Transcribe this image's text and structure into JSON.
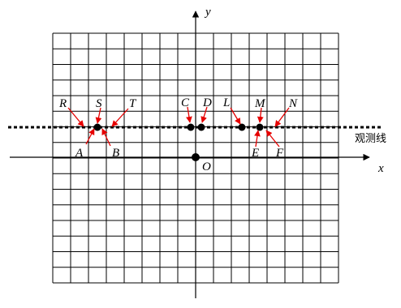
{
  "axes": {
    "x_label": "x",
    "y_label": "y"
  },
  "origin_label": "O",
  "observation_line_label": "观测线",
  "grid": {
    "columns": 16,
    "rows": 16
  },
  "top_labels": [
    "R",
    "S",
    "T",
    "C",
    "D",
    "L",
    "M",
    "N"
  ],
  "bottom_labels": [
    "A",
    "B",
    "E",
    "F"
  ],
  "colors": {
    "line": "#000000",
    "arrow": "#e60000",
    "point": "#000000"
  }
}
